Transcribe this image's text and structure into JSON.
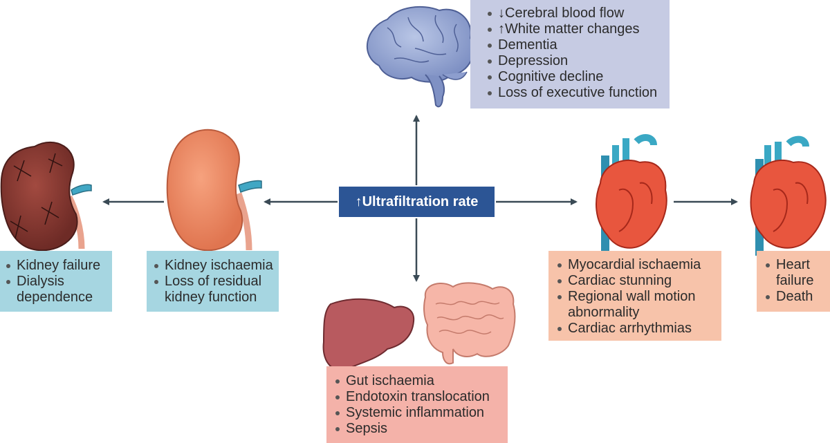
{
  "center": {
    "label": "↑Ultrafiltration rate"
  },
  "brain": {
    "items": [
      "↓Cerebral blood flow",
      "↑White matter changes",
      "Dementia",
      "Depression",
      "Cognitive decline",
      "Loss of executive function"
    ]
  },
  "kidney_failure": {
    "items": [
      "Kidney failure",
      "Dialysis dependence"
    ]
  },
  "kidney_ischaemia": {
    "items": [
      "Kidney ischaemia",
      "Loss of residual kidney function"
    ]
  },
  "heart": {
    "items": [
      "Myocardial ischaemia",
      "Cardiac stunning",
      "Regional wall motion abnormality",
      "Cardiac arrhythmias"
    ]
  },
  "heart_failure": {
    "items": [
      "Heart failure",
      "Death"
    ]
  },
  "gut": {
    "items": [
      "Gut ischaemia",
      "Endotoxin translocation",
      "Systemic inflammation",
      "Sepsis"
    ]
  },
  "colors": {
    "center_box": "#2c5595",
    "brain_box": "#c6cbe3",
    "kidney_box": "#a6d6e1",
    "heart_box": "#f7c3aa",
    "gut_box": "#f4b2a9",
    "arrow": "#3a4a55"
  }
}
